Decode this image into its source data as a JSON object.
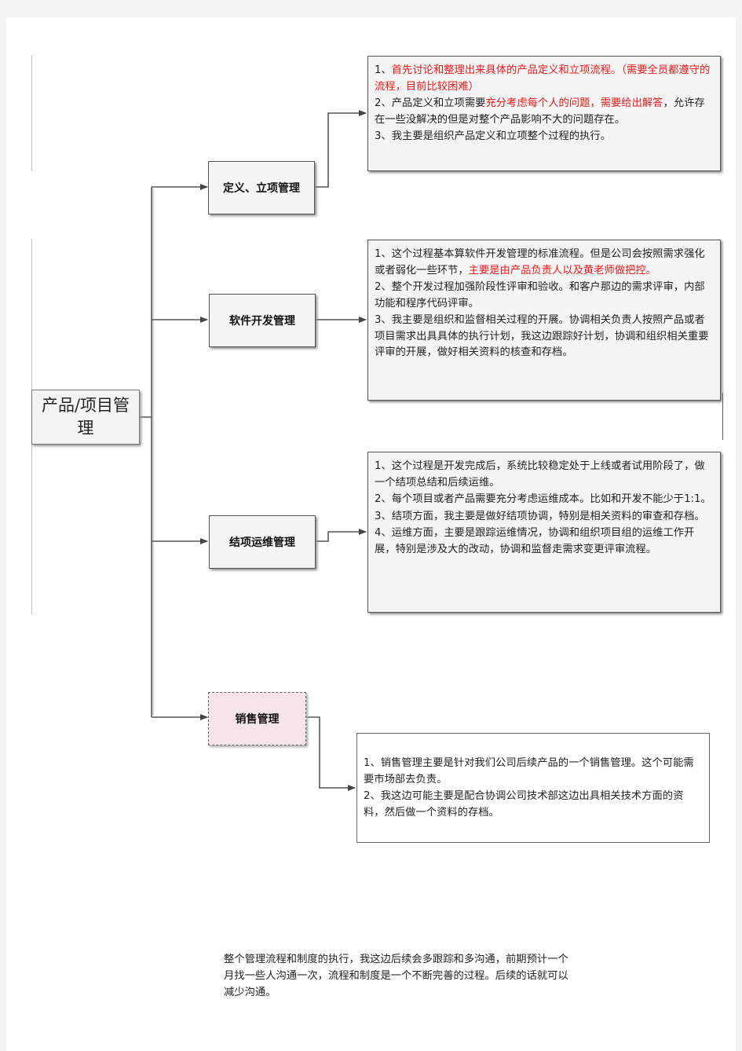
{
  "root": {
    "line1": "产品/项目管",
    "line2": "理"
  },
  "nodes": {
    "define": "定义、立项管理",
    "dev": "软件开发管理",
    "close": "结项运维管理",
    "sales": "销售管理"
  },
  "define_box": {
    "p1_num": "1、",
    "p1_text": "首先讨论和整理出来具体的产品定义和立项流程。（需要全员都遵守的流程，目前比较困难）",
    "p2_a": "2、产品定义和立项需要",
    "p2_red": "充分考虑每个人的问题，需要给出解答",
    "p2_b": "，允许存在一些没解决的但是对整个产品影响不大的问题存在。",
    "p3": "3、我主要是组织产品定义和立项整个过程的执行。"
  },
  "dev_box": {
    "p1_a": "1、这个过程基本算软件开发管理的标准流程。但是公司会按照需求强化或者弱化一些环节，",
    "p1_red": "主要是由产品负责人以及黄老师做把控。",
    "p2": "2、整个开发过程加强阶段性评审和验收。和客户那边的需求评审，内部功能和程序代码评审。",
    "p3": "3、我主要是组织和监督相关过程的开展。协调相关负责人按照产品或者项目需求出具具体的执行计划，我这边跟踪好计划，协调和组织相关重要评审的开展，做好相关资料的核查和存档。"
  },
  "close_box": {
    "p1": "1、这个过程是开发完成后，系统比较稳定处于上线或者试用阶段了，做一个结项总结和后续运维。",
    "p2": "2、每个项目或者产品需要充分考虑运维成本。比如和开发不能少于1:1。",
    "p3": "3、结项方面，我主要是做好结项协调，特别是相关资料的审查和存档。",
    "p4": "4、运维方面，主要是跟踪运维情况，协调和组织项目组的运维工作开展，特别是涉及大的改动，协调和监督走需求变更评审流程。"
  },
  "sales_box": {
    "p1": "1、销售管理主要是针对我们公司后续产品的一个销售管理。这个可能需要市场部去负责。",
    "p2": "2、我这边可能主要是配合协调公司技术部这边出具相关技术方面的资料，然后做一个资料的存档。"
  },
  "footer": "整个管理流程和制度的执行，我这边后续会多跟踪和多沟通，前期预计一个月找一些人沟通一次，流程和制度是一个不断完善的过程。后续的话就可以减少沟通。",
  "colors": {
    "highlight": "#e41b1b",
    "sales_fill": "#f6e4ea",
    "box_fill": "#f4f4f4"
  }
}
